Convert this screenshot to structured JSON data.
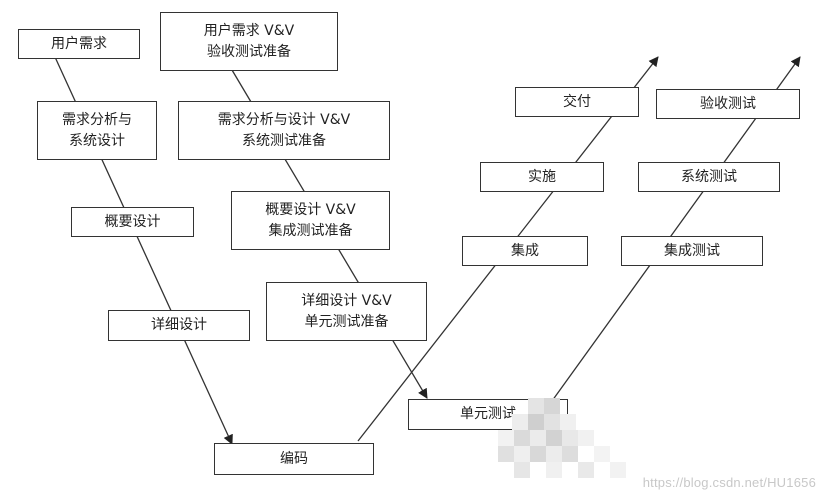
{
  "boxes": {
    "user_req": "用户需求",
    "user_req_vv": [
      "用户需求 V&V",
      "验收测试准备"
    ],
    "req_analysis": [
      "需求分析与",
      "系统设计"
    ],
    "req_design_vv": [
      "需求分析与设计 V&V",
      "系统测试准备"
    ],
    "prelim_design": "概要设计",
    "prelim_vv": [
      "概要设计 V&V",
      "集成测试准备"
    ],
    "detail_design": "详细设计",
    "detail_vv": [
      "详细设计 V&V",
      "单元测试准备"
    ],
    "coding": "编码",
    "unit_test": "单元测试",
    "integration": "集成",
    "implementation": "实施",
    "delivery": "交付",
    "integration_test": "集成测试",
    "system_test": "系统测试",
    "acceptance_test": "验收测试"
  },
  "watermark": "https://blog.csdn.net/HU1656"
}
